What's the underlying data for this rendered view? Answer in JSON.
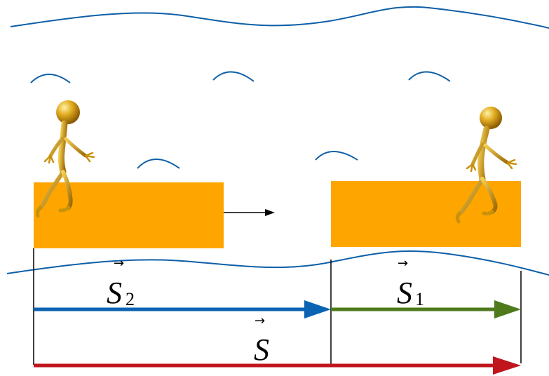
{
  "labels": {
    "s2": {
      "letter": "S",
      "sub": "2",
      "arrow": "→"
    },
    "s1": {
      "letter": "S",
      "sub": "1",
      "arrow": "→"
    },
    "s": {
      "letter": "S",
      "arrow": "→"
    }
  },
  "colors": {
    "water": "#0d5fa8",
    "raft": "#ffa500",
    "s2_vector": "#0b63b3",
    "s1_vector": "#4e7a1b",
    "s_vector": "#c0151d",
    "figure": "#d4a017",
    "motion_arrow": "#000000",
    "guide_line": "#000000"
  },
  "icons": {
    "figure_left": "golden-stick-figure-icon",
    "figure_right": "golden-stick-figure-icon"
  }
}
